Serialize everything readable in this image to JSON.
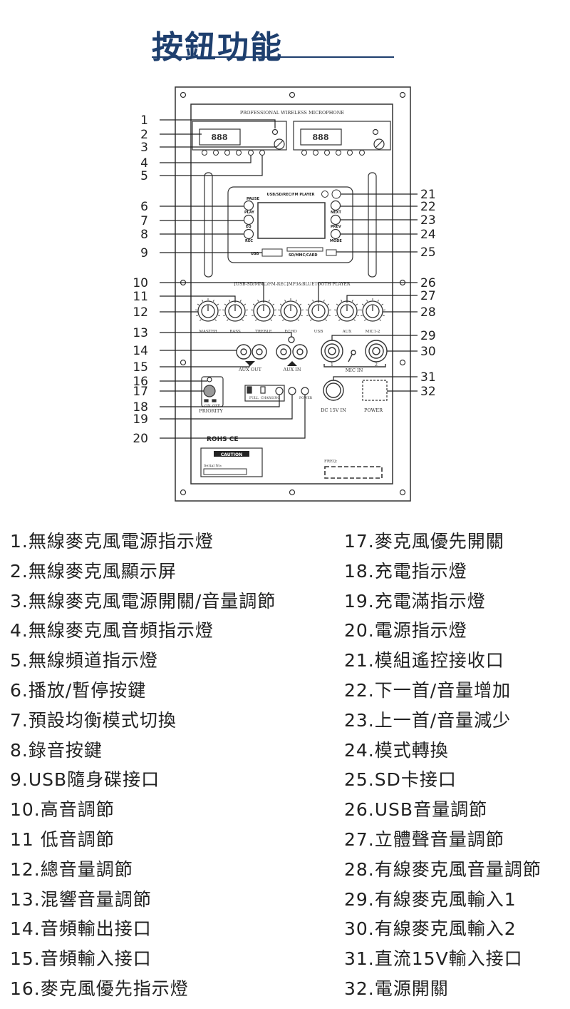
{
  "title": "按鈕功能",
  "panel": {
    "top_label": "PROFESSIONAL WIRELESS MICROPHONE",
    "display_digits": "888",
    "player_title": "USB/SD/REC/FM PLAYER",
    "btn_pause": "PAUSE",
    "btn_play": "PLAY",
    "btn_eq": "EQ",
    "btn_rec": "REC",
    "btn_next": "NEXT",
    "btn_prev": "PREV",
    "btn_mode": "MODE",
    "usb_slot": "USB",
    "sd_slot": "SD/MMC/CARD",
    "player_band": "[USB-SD/MMC/FM-REC]MP3&BLUETOOTH PLAYER",
    "knob_labels": [
      "MASTER",
      "BASS",
      "TREBLE",
      "ECHO",
      "USB",
      "AUX",
      "MIC1-2"
    ],
    "aux_out": "AUX OUT",
    "aux_in": "AUX IN",
    "mic_in": "MIC IN",
    "mic_1": "1",
    "mic_2": "2",
    "on": "ON",
    "off": "OFF",
    "priority": "PRIORITY",
    "full": "FULL",
    "charging": "CHARGING",
    "power_led": "POWER",
    "dc_in": "DC 15V IN",
    "power_sw": "POWER",
    "rohs": "ROHS CE",
    "caution": "CAUTION",
    "serial": "Serial No:",
    "freq": "FREQ:"
  },
  "callout_numbers": [
    "1",
    "2",
    "3",
    "4",
    "5",
    "6",
    "7",
    "8",
    "9",
    "10",
    "11",
    "12",
    "13",
    "14",
    "15",
    "16",
    "17",
    "18",
    "19",
    "20",
    "21",
    "22",
    "23",
    "24",
    "25",
    "26",
    "27",
    "28",
    "29",
    "30",
    "31",
    "32"
  ],
  "legend_left": [
    "1.無線麥克風電源指示燈",
    "2.無線麥克風顯示屏",
    "3.無線麥克風電源開關/音量調節",
    "4.無線麥克風音頻指示燈",
    "5.無線頻道指示燈",
    "6.播放/暫停按鍵",
    "7.預設均衡模式切換",
    "8.錄音按鍵",
    "9.USB隨身碟接口",
    "10.高音調節",
    "11 低音調節",
    "12.總音量調節",
    "13.混響音量調節",
    "14.音頻輸出接口",
    "15.音頻輸入接口",
    "16.麥克風優先指示燈"
  ],
  "legend_right": [
    "17.麥克風優先開關",
    "18.充電指示燈",
    "19.充電滿指示燈",
    "20.電源指示燈",
    "21.模組遙控接收口",
    "22.下一首/音量增加",
    "23.上一首/音量減少",
    "24.模式轉換",
    "25.SD卡接口",
    "26.USB音量調節",
    "27.立體聲音量調節",
    "28.有線麥克風音量調節",
    "29.有線麥克風輸入1",
    "30.有線麥克風輸入2",
    "31.直流15V輸入接口",
    "32.電源開關"
  ]
}
